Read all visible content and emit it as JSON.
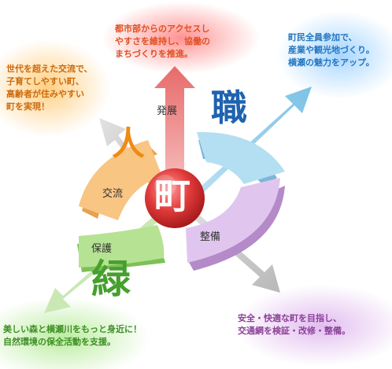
{
  "center": {
    "kanji": "町"
  },
  "sectors": [
    {
      "id": "shoku",
      "kanji": "職",
      "color": "#1f63b0"
    },
    {
      "id": "hito",
      "kanji": "人",
      "color": "#f08a12"
    },
    {
      "id": "midori",
      "kanji": "緑",
      "color": "#45a02d"
    }
  ],
  "arrow_labels": {
    "hatten": "発展",
    "koryu": "交流",
    "seibi": "整備",
    "hogo": "保護"
  },
  "notes": {
    "top": "都市部からのアクセスし\nやすさを維持し、協働の\nまちづくりを推進。",
    "upper_right": "町民全員参加で、\n産業や観光地づくり。\n横瀬の魅力をアップ。",
    "upper_left": "世代を超えた交流で、\n子育てしやすい町、\n高齢者が住みやすい\n町を実現！",
    "lower_right": "安全・快適な町を目指し、\n交通網を検証・改修・整備。",
    "lower_left": "美しい森と横瀬川をもっと身近に！\n自然環境の保全活動を支援。"
  },
  "colors": {
    "red": "#e04f22",
    "blue": "#2376c0",
    "orange": "#cc6a0c",
    "purple": "#8a4196",
    "green": "#3e8f25"
  }
}
